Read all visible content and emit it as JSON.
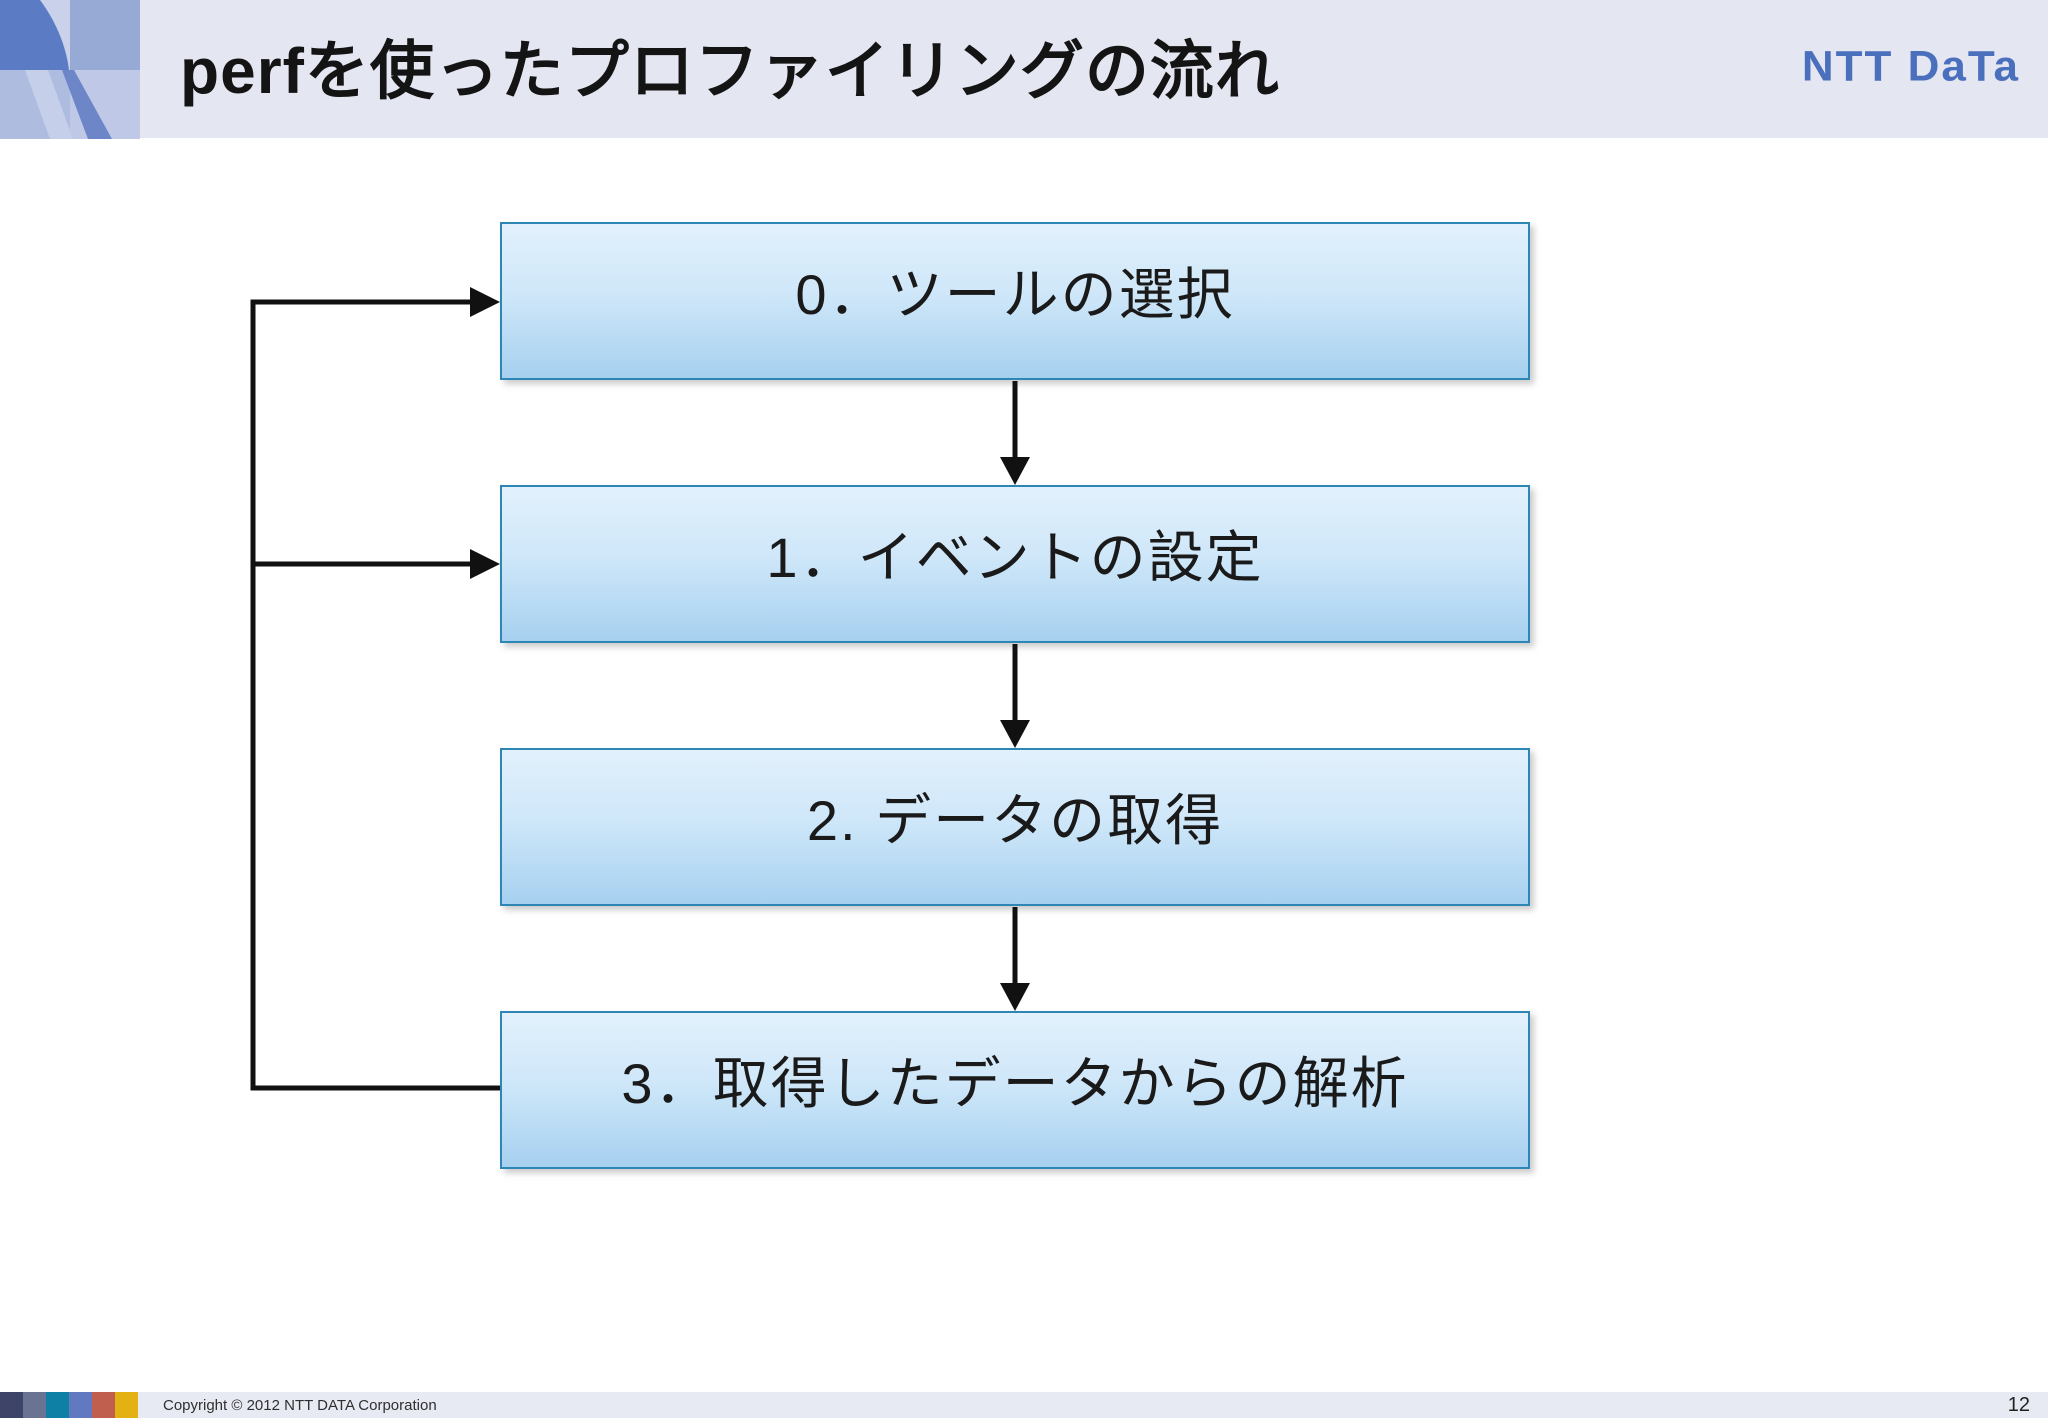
{
  "header": {
    "title": "perfを使ったプロファイリングの流れ",
    "logo_text": "NTT DaTa",
    "logo_icon": "nttdata-logo",
    "corner_icon": "corner-wave-pattern"
  },
  "flow": {
    "steps": [
      {
        "index": 0,
        "label": "0．ツールの選択"
      },
      {
        "index": 1,
        "label": "1．イベントの設定"
      },
      {
        "index": 2,
        "label": "2. データの取得"
      },
      {
        "index": 3,
        "label": "3．取得したデータからの解析"
      }
    ],
    "connections": [
      {
        "from": "step-0",
        "to": "step-1",
        "type": "arrow-down"
      },
      {
        "from": "step-1",
        "to": "step-2",
        "type": "arrow-down"
      },
      {
        "from": "step-2",
        "to": "step-3",
        "type": "arrow-down"
      },
      {
        "from": "step-3",
        "to": "step-0",
        "type": "feedback-arrow-left-loop"
      },
      {
        "from": "step-3",
        "to": "step-1",
        "type": "feedback-arrow-left-loop"
      }
    ]
  },
  "footer": {
    "copyright": "Copyright © 2012 NTT DATA Corporation",
    "page_number": "12",
    "squares_icon": "color-strip-squares"
  },
  "colors": {
    "header_bg": "#e4e6f1",
    "box_border": "#2e86b5",
    "box_gradient_top": "#e2f1fc",
    "box_gradient_bottom": "#a6d0f0",
    "arrow": "#111111",
    "logo_blue": "#4a6fbd",
    "footer_bg": "#e8eaf3",
    "footer_squares": [
      "#3e4468",
      "#6b7392",
      "#0e7fa5",
      "#6079c0",
      "#c05f4e",
      "#e3b112"
    ]
  }
}
